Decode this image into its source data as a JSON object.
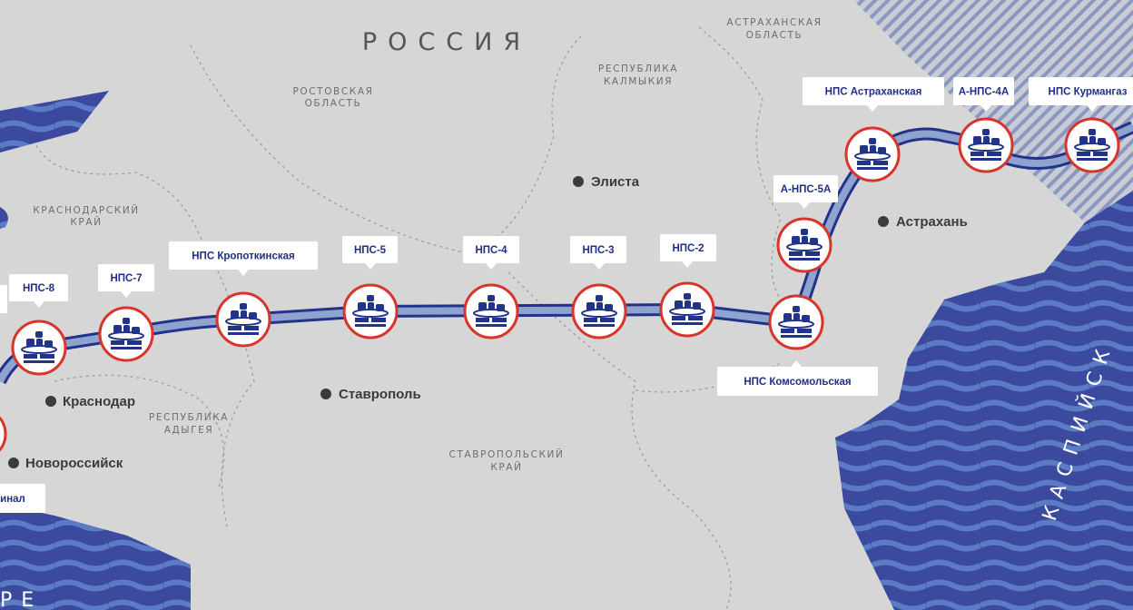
{
  "country": "РОССИЯ",
  "regions": [
    {
      "line1": "РОСТОВСКАЯ",
      "line2": "ОБЛАСТЬ"
    },
    {
      "line1": "РЕСПУБЛИКА",
      "line2": "КАЛМЫКИЯ"
    },
    {
      "line1": "АСТРАХАНСКАЯ",
      "line2": "ОБЛАСТЬ"
    },
    {
      "line1": "КРАСНОДАРСКИЙ",
      "line2": "КРАЙ"
    },
    {
      "line1": "РЕСПУБЛИКА",
      "line2": "АДЫГЕЯ"
    },
    {
      "line1": "СТАВРОПОЛЬСКИЙ",
      "line2": "КРАЙ"
    }
  ],
  "cities": [
    "Элиста",
    "Астрахань",
    "Краснодар",
    "Ставрополь",
    "Новороссийск"
  ],
  "seas": {
    "black_sea_partial": "РЕ",
    "caspian_partial": "КАСПИЙСК"
  },
  "stations": [
    {
      "label": "НПС-8"
    },
    {
      "label": "НПС-7"
    },
    {
      "label": "НПС Кропоткинская"
    },
    {
      "label": "НПС-5"
    },
    {
      "label": "НПС-4"
    },
    {
      "label": "НПС-3"
    },
    {
      "label": "НПС-2"
    },
    {
      "label": "НПС Комсомольская"
    },
    {
      "label": "А-НПС-5А"
    },
    {
      "label": "НПС Астраханская"
    },
    {
      "label": "А-НПС-4А"
    },
    {
      "label": "НПС Курмангаз"
    }
  ],
  "terminal_label": "инал",
  "colors": {
    "land": "#d6d6d6",
    "sea_dark": "#3b4a9e",
    "sea_wave": "#5b7cc4",
    "pipeline": "#22338a",
    "pipeline_inner": "#8fa3cf",
    "station_ring": "#d9342b",
    "label_text": "#1f2f86"
  }
}
